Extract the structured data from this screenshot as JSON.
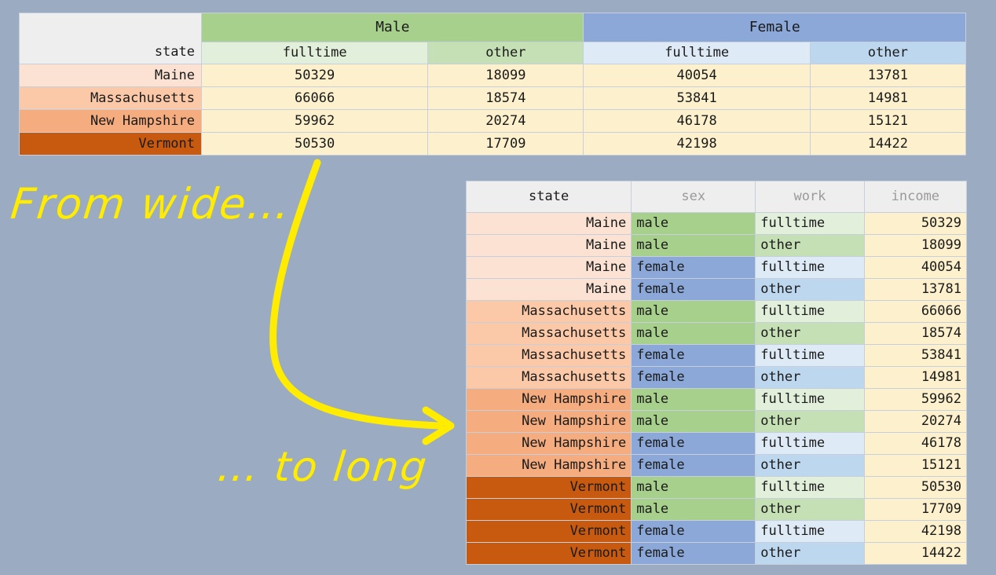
{
  "background_color": "#9aabc2",
  "annotations": {
    "from_wide": "From wide…",
    "to_long": "… to long",
    "arrow_color": "#ffec00"
  },
  "wide_table": {
    "corner_label": "",
    "group_headers": [
      {
        "label": "Male",
        "color": "#a8d08d"
      },
      {
        "label": "Female",
        "color": "#8ba8d8"
      }
    ],
    "sub_headers": [
      "state",
      "fulltime",
      "other",
      "fulltime",
      "other"
    ],
    "rows": [
      {
        "state": "Maine",
        "male_fulltime": "50329",
        "male_other": "18099",
        "female_fulltime": "40054",
        "female_other": "13781"
      },
      {
        "state": "Massachusetts",
        "male_fulltime": "66066",
        "male_other": "18574",
        "female_fulltime": "53841",
        "female_other": "14981"
      },
      {
        "state": "New Hampshire",
        "male_fulltime": "59962",
        "male_other": "20274",
        "female_fulltime": "46178",
        "female_other": "15121"
      },
      {
        "state": "Vermont",
        "male_fulltime": "50530",
        "male_other": "17709",
        "female_fulltime": "42198",
        "female_other": "14422"
      }
    ],
    "state_colors": [
      "#fbe2d3",
      "#fbc9a8",
      "#f5ac7e",
      "#c85a10"
    ],
    "value_cell_color": "#fdf0cd"
  },
  "long_table": {
    "headers": [
      "state",
      "sex",
      "work",
      "income"
    ],
    "rows": [
      {
        "state": "Maine",
        "sex": "male",
        "work": "fulltime",
        "income": "50329"
      },
      {
        "state": "Maine",
        "sex": "male",
        "work": "other",
        "income": "18099"
      },
      {
        "state": "Maine",
        "sex": "female",
        "work": "fulltime",
        "income": "40054"
      },
      {
        "state": "Maine",
        "sex": "female",
        "work": "other",
        "income": "13781"
      },
      {
        "state": "Massachusetts",
        "sex": "male",
        "work": "fulltime",
        "income": "66066"
      },
      {
        "state": "Massachusetts",
        "sex": "male",
        "work": "other",
        "income": "18574"
      },
      {
        "state": "Massachusetts",
        "sex": "female",
        "work": "fulltime",
        "income": "53841"
      },
      {
        "state": "Massachusetts",
        "sex": "female",
        "work": "other",
        "income": "14981"
      },
      {
        "state": "New Hampshire",
        "sex": "male",
        "work": "fulltime",
        "income": "59962"
      },
      {
        "state": "New Hampshire",
        "sex": "male",
        "work": "other",
        "income": "20274"
      },
      {
        "state": "New Hampshire",
        "sex": "female",
        "work": "fulltime",
        "income": "46178"
      },
      {
        "state": "New Hampshire",
        "sex": "female",
        "work": "other",
        "income": "15121"
      },
      {
        "state": "Vermont",
        "sex": "male",
        "work": "fulltime",
        "income": "50530"
      },
      {
        "state": "Vermont",
        "sex": "male",
        "work": "other",
        "income": "17709"
      },
      {
        "state": "Vermont",
        "sex": "female",
        "work": "fulltime",
        "income": "42198"
      },
      {
        "state": "Vermont",
        "sex": "female",
        "work": "other",
        "income": "14422"
      }
    ],
    "sex_colors": {
      "male": "#a8d08d",
      "female": "#8ba8d8"
    },
    "work_colors": {
      "male_fulltime": "#e2efda",
      "male_other": "#c5e0b4",
      "female_fulltime": "#deeaf6",
      "female_other": "#bdd7ee"
    },
    "income_color": "#fdf0cd"
  }
}
